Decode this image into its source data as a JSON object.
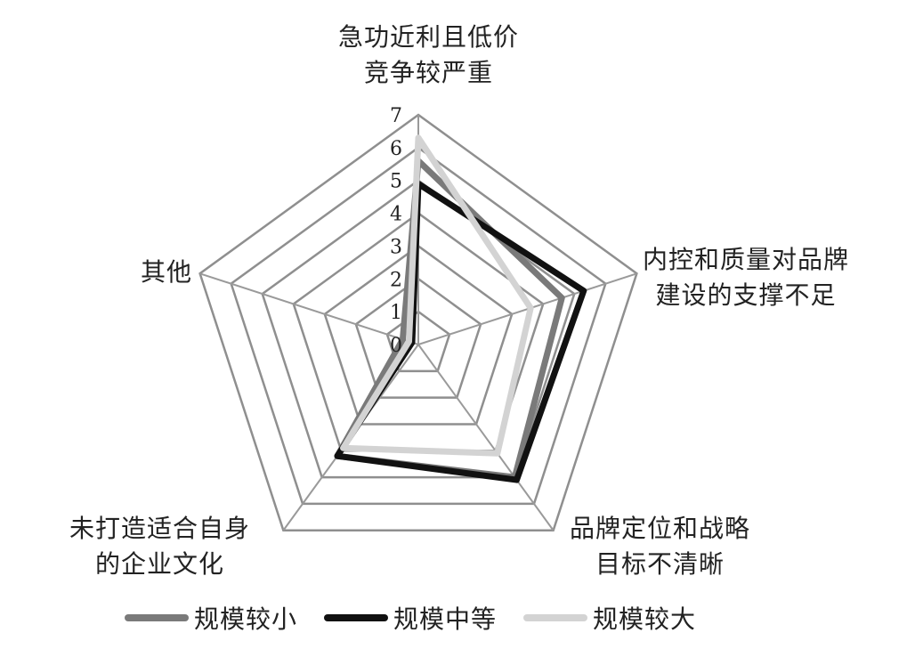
{
  "chart_data": {
    "type": "radar",
    "categories": [
      [
        "急功近利且低价",
        "竞争较严重"
      ],
      [
        "内控和质量对品牌",
        "建设的支撑不足"
      ],
      [
        "品牌定位和战略",
        "目标不清晰"
      ],
      [
        "未打造适合自身",
        "的企业文化"
      ],
      [
        "其他"
      ]
    ],
    "rlim": [
      0,
      7
    ],
    "ticks": [
      "0",
      "1",
      "2",
      "3",
      "4",
      "5",
      "6",
      "7"
    ],
    "grid": true,
    "legend_position": "bottom",
    "series": [
      {
        "name": "规模较小",
        "color": "#7a7a7a",
        "values": [
          5.6,
          4.6,
          5.0,
          4.2,
          0.5
        ]
      },
      {
        "name": "规模中等",
        "color": "#111111",
        "values": [
          4.9,
          5.3,
          5.1,
          4.2,
          0.2
        ]
      },
      {
        "name": "规模较大",
        "color": "#d3d3d3",
        "values": [
          6.3,
          3.6,
          4.1,
          3.9,
          0.3
        ]
      }
    ]
  }
}
